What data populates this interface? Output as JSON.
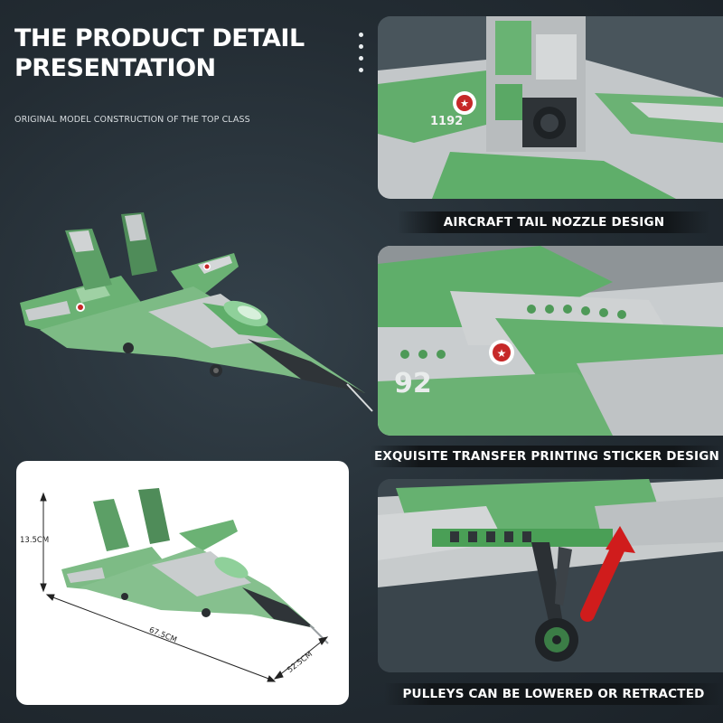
{
  "headline": {
    "line1": "THE PRODUCT DETAIL",
    "line2": "PRESENTATION"
  },
  "subtitle": "ORIGINAL MODEL CONSTRUCTION OF THE TOP CLASS",
  "detail_panels": [
    {
      "caption": "AIRCRAFT TAIL NOZZLE DESIGN",
      "tail_number": "1192"
    },
    {
      "caption": "EXQUISITE TRANSFER PRINTING STICKER DESIGN",
      "printed_number": "92"
    },
    {
      "caption": "PULLEYS CAN BE LOWERED OR RETRACTED"
    }
  ],
  "dimensions": {
    "height": "13.5CM",
    "length": "67.5CM",
    "width": "52.5CM"
  },
  "colors": {
    "background": "#232c33",
    "camo_green": "#5fae6a",
    "camo_grey": "#c7cbcc",
    "arrow_red": "#d01c1c",
    "label_bar": "#121619"
  },
  "icons": [
    "star-roundel-icon",
    "red-curved-arrow-icon",
    "dimension-arrow-icon"
  ]
}
